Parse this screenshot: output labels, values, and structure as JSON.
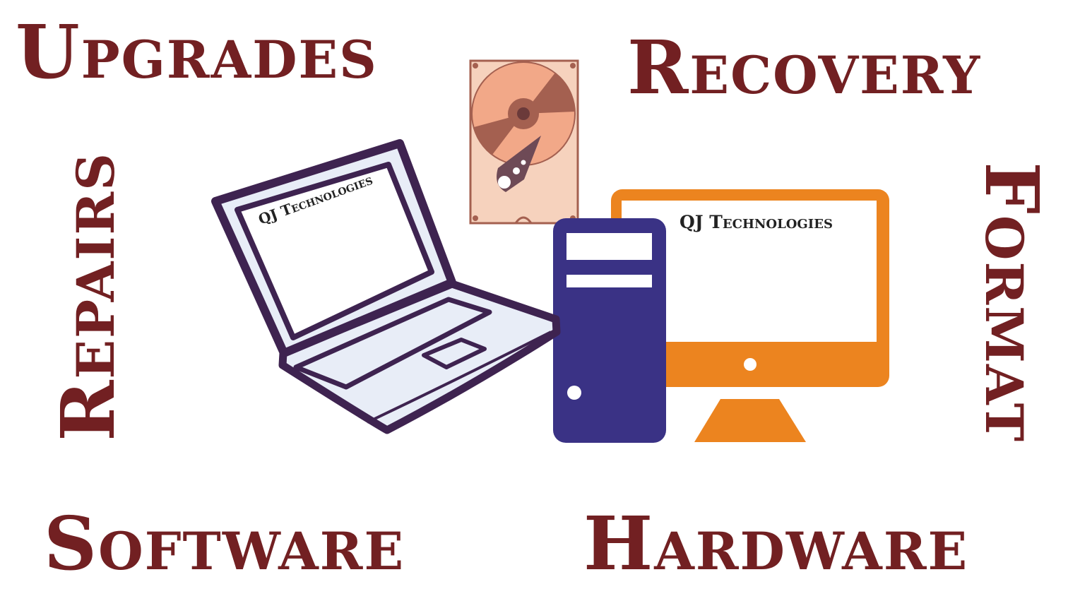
{
  "words": {
    "top_left": "Upgrades",
    "top_right": "Recovery",
    "left_vertical": "Repairs",
    "right_vertical": "Format",
    "bottom_left": "Software",
    "bottom_right": "Hardware"
  },
  "brand": {
    "laptop_screen_text": "QJ Technologies",
    "monitor_screen_text": "QJ Technologies"
  },
  "icons": [
    "laptop-icon",
    "hard-drive-icon",
    "desktop-tower-icon",
    "monitor-icon"
  ],
  "colors": {
    "text": "#722022",
    "laptop_outline": "#3e2350",
    "laptop_fill": "#e8edf7",
    "tower": "#3a3285",
    "monitor": "#ec841f",
    "hdd_plate": "#f6d2bd",
    "hdd_platter": "#f2a888",
    "hdd_dark": "#a46050"
  }
}
